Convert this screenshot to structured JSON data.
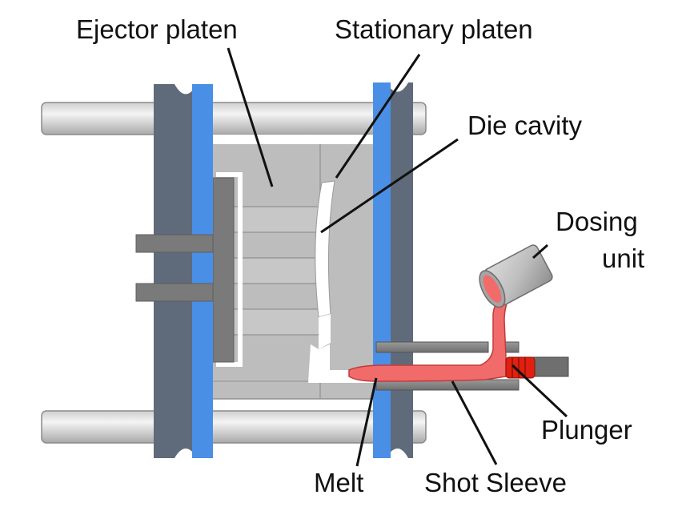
{
  "labels": {
    "ejector_platen": "Ejector platen",
    "stationary_platen": "Stationary platen",
    "die_cavity": "Die cavity",
    "dosing_unit_line1": "Dosing",
    "dosing_unit_line2": "unit",
    "plunger": "Plunger",
    "melt": "Melt",
    "shot_sleeve": "Shot Sleeve"
  },
  "colors": {
    "platen_blue": "#4a8fe6",
    "platen_grey": "#5f6b7a",
    "die_grey": "#bdbdbd",
    "rod_light": "#e6e6e6",
    "melt_red": "#f26b6b",
    "plunger_red": "#e02010",
    "leader_line": "#111111"
  }
}
